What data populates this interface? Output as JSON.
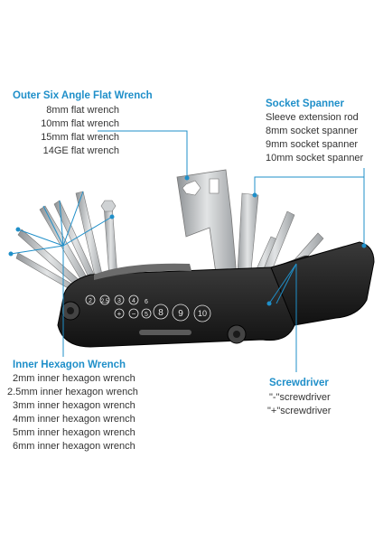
{
  "colors": {
    "accent": "#1f8fc9",
    "text": "#333333",
    "body": "#1b1b1b",
    "steel": "#b9bcbe"
  },
  "groups": {
    "outer": {
      "title": "Outer Six Angle Flat Wrench",
      "items": [
        "8mm flat wrench",
        "10mm flat wrench",
        "15mm flat wrench",
        "14GE flat wrench"
      ]
    },
    "socket": {
      "title": "Socket Spanner",
      "items": [
        "Sleeve extension rod",
        "8mm socket spanner",
        "9mm socket spanner",
        "10mm socket spanner"
      ]
    },
    "hex": {
      "title": "Inner Hexagon Wrench",
      "items": [
        "2mm inner hexagon wrench",
        "2.5mm inner hexagon wrench",
        "3mm inner hexagon wrench",
        "4mm inner hexagon wrench",
        "5mm inner hexagon wrench",
        "6mm inner hexagon wrench"
      ]
    },
    "screw": {
      "title": "Screwdriver",
      "items": [
        "\"-\"screwdriver",
        "\"+\"screwdriver"
      ]
    }
  },
  "tool_markings": {
    "small": [
      "2",
      "2.5",
      "3",
      "4",
      "5",
      "6"
    ],
    "large": [
      "8",
      "9",
      "10"
    ],
    "plus": "+",
    "minus": "−"
  }
}
